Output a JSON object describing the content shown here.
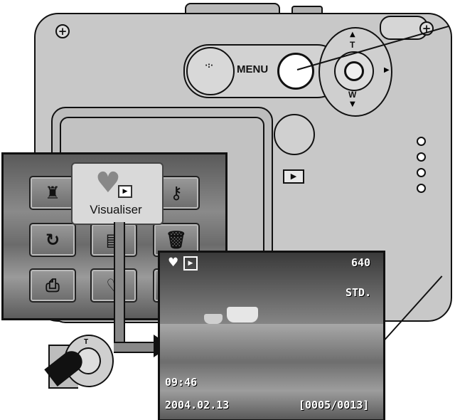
{
  "menu_button": {
    "label": "MENU"
  },
  "zoom_lever": {
    "tele": "T",
    "wide": "W"
  },
  "selected_option": {
    "label": "Visualiser"
  },
  "playback": {
    "size": "640",
    "quality": "STD.",
    "time": "09:46",
    "date": "2004.02.13",
    "frame_counter": "[0005/0013]"
  }
}
